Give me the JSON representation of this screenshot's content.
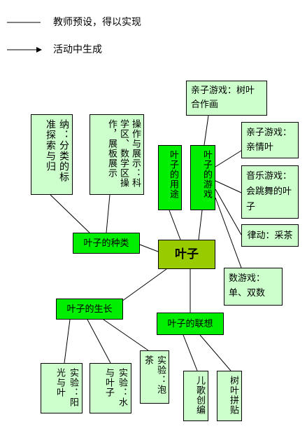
{
  "legend": {
    "preset_label": "教师预设，得以实现",
    "generated_label": "活动中生成"
  },
  "center_node": "叶子",
  "branches": {
    "types": "叶子的种类",
    "uses": "叶子的用途",
    "games": "叶子的游戏",
    "growth": "叶子的生长",
    "association": "叶子的联想"
  },
  "leaves": {
    "types_explore": "纳：分类的标准探索与归",
    "types_display": "操作与展示：科学区、数学区操作，展板展示",
    "game_tree_painting": "亲子游戏：树叶合作画",
    "game_family_leaf": "亲子游戏：亲情叶",
    "game_dancing_leaf": "音乐游戏：会跳舞的叶子",
    "game_tea_picking": "律动：采茶",
    "game_odd_even": "数游戏：单、双数",
    "growth_sunlight": "实验：阳光与叶",
    "growth_water": "实验：水与叶子",
    "growth_bubble": "实验：泡茶",
    "assoc_song": "儿歌创编",
    "assoc_collage": "树叶拼贴"
  },
  "colors": {
    "pale_green": "#ccffcc",
    "bright_green": "#00ee00",
    "center_green": "#99cc00"
  }
}
